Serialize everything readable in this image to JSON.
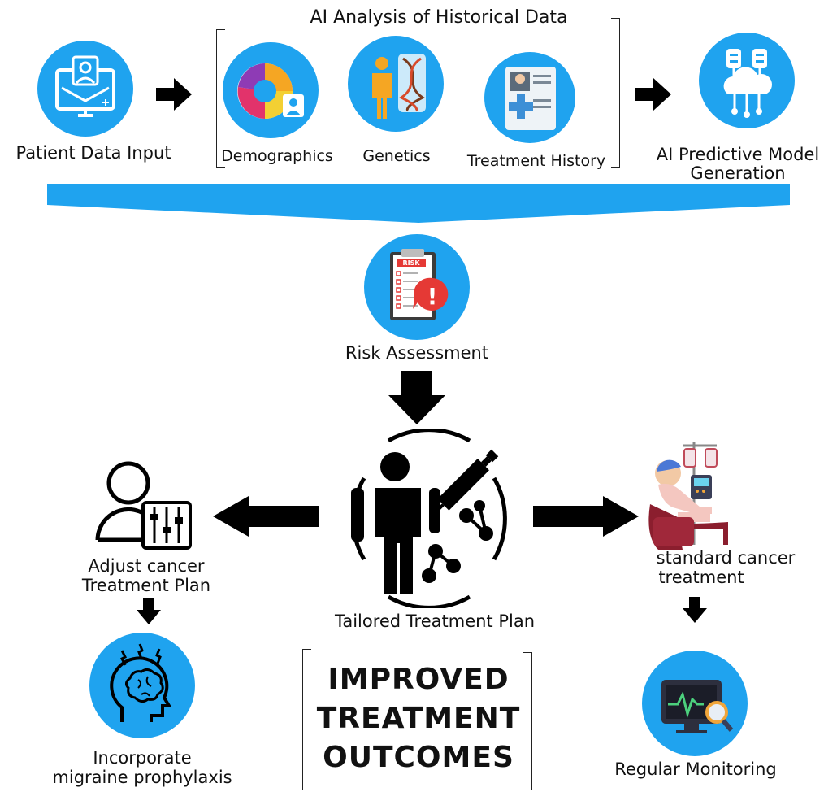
{
  "header": {
    "title": "AI Analysis of Historical Data"
  },
  "nodes": {
    "patient_data_input": "Patient Data Input",
    "demographics": "Demographics",
    "genetics": "Genetics",
    "treatment_history": "Treatment History",
    "ai_model_line1": "AI Predictive Model",
    "ai_model_line2": "Generation",
    "risk_assessment": "Risk Assessment",
    "risk_badge": "RISK",
    "risk_exclamation": "!",
    "tailored_plan": "Tailored Treatment Plan",
    "adjust_line1": "Adjust cancer",
    "adjust_line2": "Treatment Plan",
    "standard_line1": "standard cancer",
    "standard_line2": "treatment",
    "migraine_line1": "Incorporate",
    "migraine_line2": "migraine prophylaxis",
    "monitoring": "Regular Monitoring"
  },
  "outcome": {
    "line1": "IMPROVED",
    "line2": "TREATMENT",
    "line3": "OUTCOMES"
  },
  "colors": {
    "accent": "#1fa3ef",
    "arrow": "#000000"
  },
  "icons": {
    "patient_data_input": "computer-user-icon",
    "demographics": "pie-chart-icon",
    "genetics": "dna-icon",
    "treatment_history": "medical-record-icon",
    "ai_model": "cloud-network-icon",
    "risk_assessment": "risk-clipboard-icon",
    "tailored_plan": "patient-syringe-icon",
    "adjust_plan": "user-sliders-icon",
    "standard_treatment": "chemotherapy-patient-icon",
    "migraine": "brain-head-icon",
    "monitoring": "monitor-magnifier-icon"
  }
}
